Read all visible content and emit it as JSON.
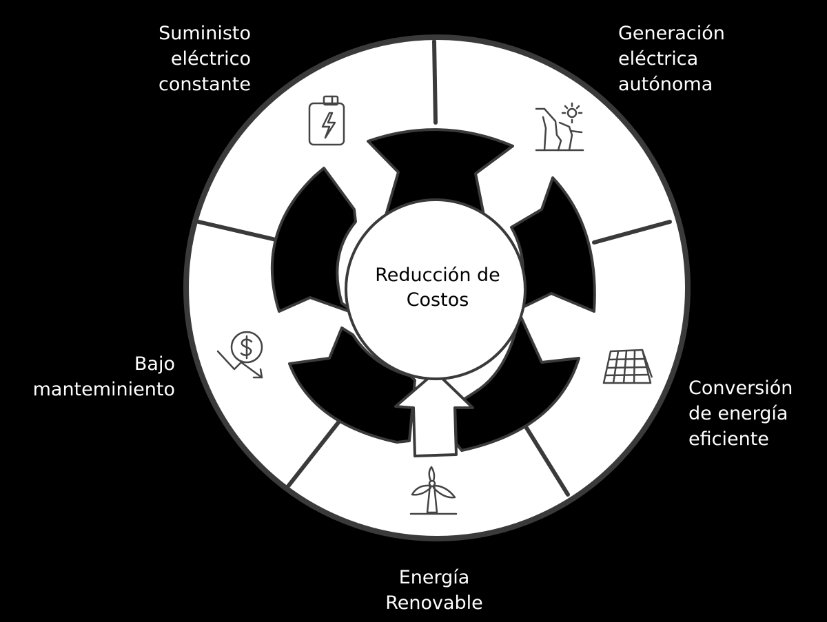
{
  "center": {
    "title_lines": [
      "Reducción de",
      "Costos"
    ]
  },
  "segments": [
    {
      "id": "suministro",
      "lines": [
        "Suministo",
        "eléctrico",
        "constante"
      ],
      "icon": "battery-bolt-icon"
    },
    {
      "id": "generacion",
      "lines": [
        "Generación",
        "eléctrica",
        "autónoma"
      ],
      "icon": "hydro-dam-sun-icon"
    },
    {
      "id": "conversion",
      "lines": [
        "Conversión",
        "de energía",
        "eficiente"
      ],
      "icon": "solar-panel-icon"
    },
    {
      "id": "renovable",
      "lines": [
        "Energía",
        "Renovable"
      ],
      "icon": "wind-turbine-icon"
    },
    {
      "id": "mantenimiento",
      "lines": [
        "Bajo",
        "manteminiento"
      ],
      "icon": "dollar-down-arrow-icon"
    }
  ],
  "colors": {
    "background": "#000000",
    "ring": "#ffffff",
    "stroke": "#3a3a3a",
    "arrow": "#000000"
  }
}
